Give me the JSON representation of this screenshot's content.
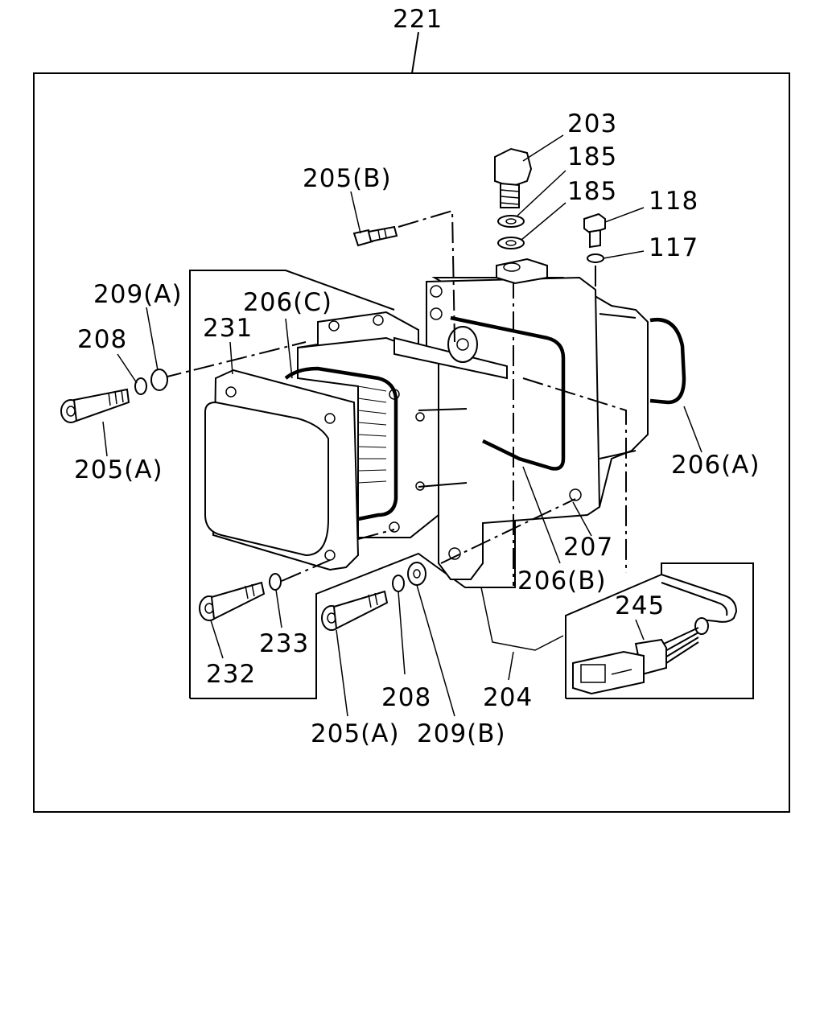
{
  "assembly_label": "221",
  "labels": {
    "l203": "203",
    "l185a": "185",
    "l185b": "185",
    "l118": "118",
    "l117": "117",
    "l205b": "205(B)",
    "l209a": "209(A)",
    "l206c": "206(C)",
    "l231": "231",
    "l208_top": "208",
    "l205a_left": "205(A)",
    "l206a": "206(A)",
    "l207": "207",
    "l206b": "206(B)",
    "l245": "245",
    "l233": "233",
    "l232": "232",
    "l208_bottom": "208",
    "l204": "204",
    "l205a_bottom": "205(A)",
    "l209b": "209(B)"
  },
  "colors": {
    "line": "#000000",
    "background": "#ffffff"
  }
}
